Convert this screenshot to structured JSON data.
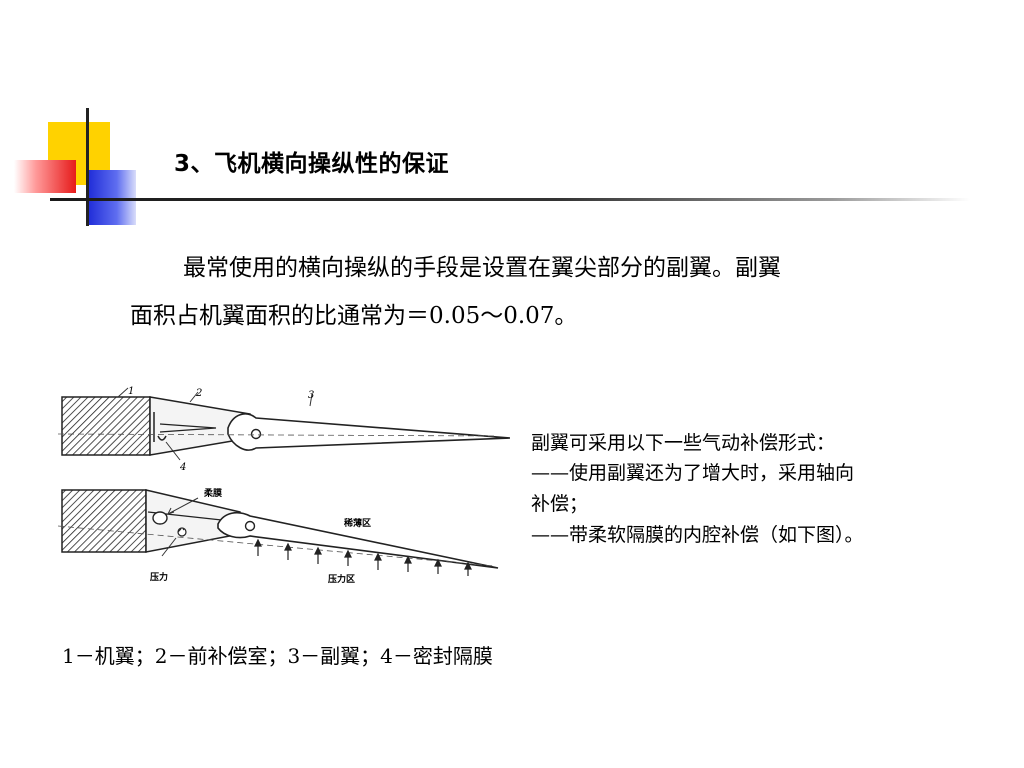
{
  "title": "3、飞机横向操纵性的保证",
  "paragraph": {
    "line1": "最常使用的横向操纵的手段是设置在翼尖部分的副翼。副翼",
    "line2": "面积占机翼面积的比通常为＝0.05～0.07。"
  },
  "figure": {
    "upper_labels": [
      "1",
      "2",
      "3",
      "4"
    ],
    "lower_labels": {
      "membrane": "柔膜",
      "thin_zone": "稀薄区",
      "pressure": "压力",
      "pressure_zone": "压力区"
    }
  },
  "side_text": {
    "line1": "副翼可采用以下一些气动补偿形式：",
    "line2": "——使用副翼还为了增大时，采用轴向",
    "line3": "补偿；",
    "line4": "——带柔软隔膜的内腔补偿（如下图）。"
  },
  "legend": "1－机翼；2－前补偿室；3－副翼；4－密封隔膜",
  "colors": {
    "deco_yellow": "#ffd200",
    "deco_red": "#e61a1a",
    "deco_blue": "#1f2cd8",
    "rule": "#1a1a1a"
  }
}
